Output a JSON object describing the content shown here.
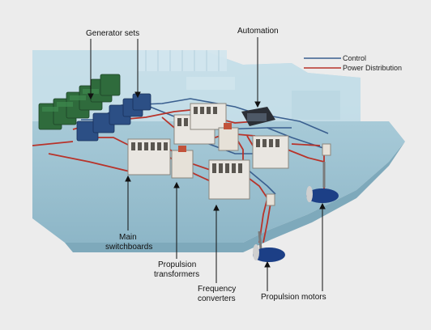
{
  "labels": {
    "generator_sets": "Generator sets",
    "automation": "Automation",
    "main_switchboards_1": "Main",
    "main_switchboards_2": "switchboards",
    "propulsion_transformers_1": "Propulsion",
    "propulsion_transformers_2": "transformers",
    "frequency_converters_1": "Frequency",
    "frequency_converters_2": "converters",
    "propulsion_motors": "Propulsion motors"
  },
  "legend": {
    "control": "Control",
    "power_distribution": "Power Distribution"
  },
  "colors": {
    "control": "#3a5f8f",
    "power": "#b8332a",
    "hull": "#a6c9d6",
    "generator_green": "#2f6b3c",
    "generator_blue": "#2c4f85"
  }
}
